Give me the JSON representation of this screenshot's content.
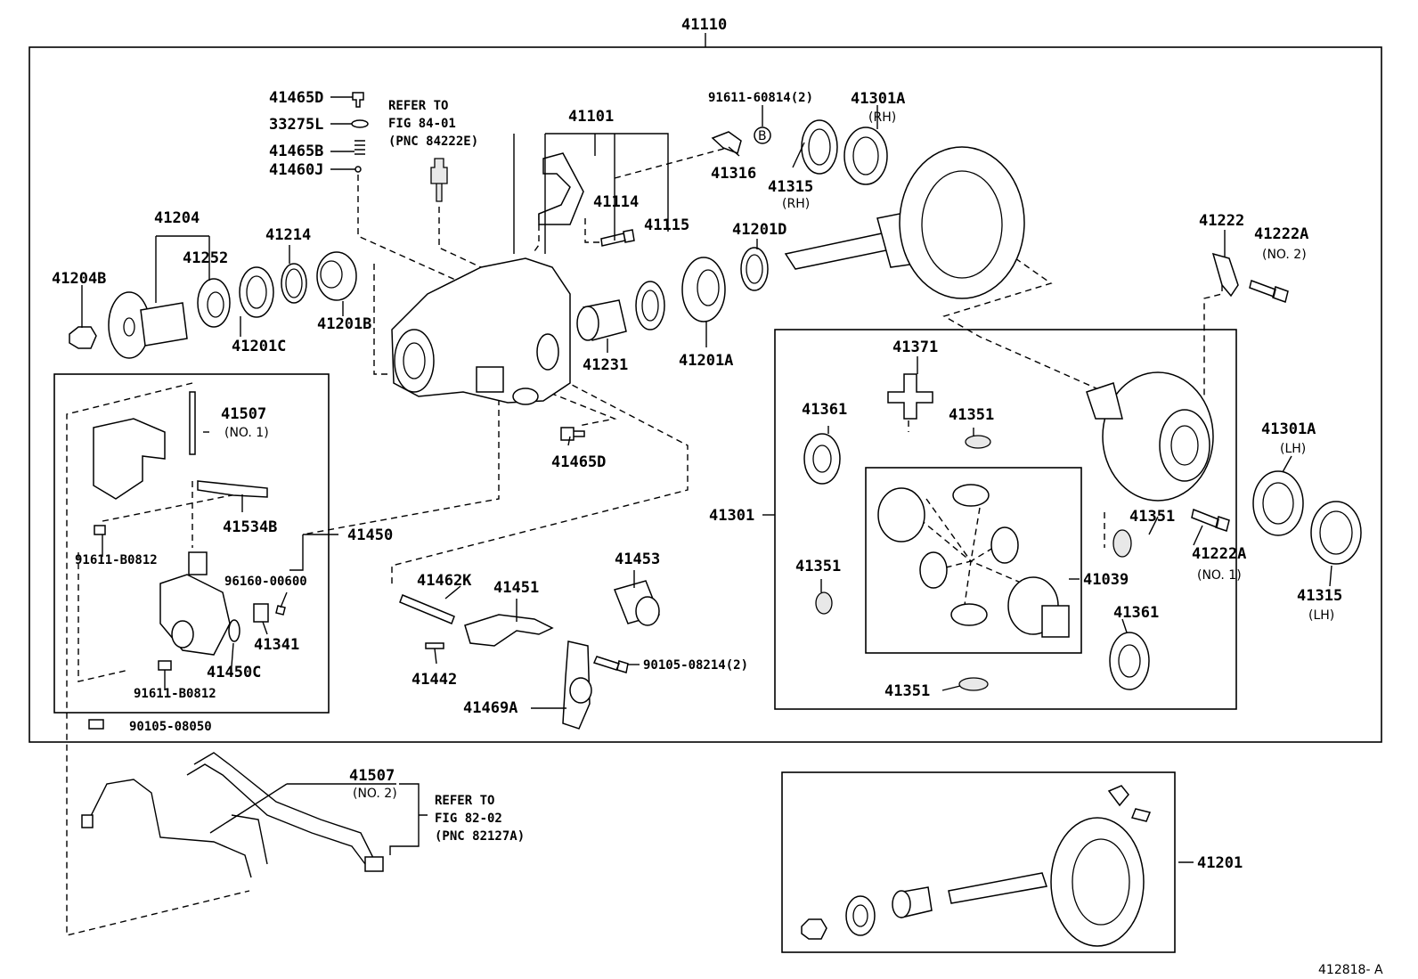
{
  "diagram_id": "412818- A",
  "assembly_label": "41110",
  "labels": {
    "p41110": "41110",
    "p41465D_top": "41465D",
    "p33275L": "33275L",
    "p41465B": "41465B",
    "p41460J": "41460J",
    "refer_fig84_l1": "REFER TO",
    "refer_fig84_l2": "FIG 84-01",
    "refer_fig84_l3": "(PNC 84222E)",
    "p41101": "41101",
    "p91611_60814": "91611-60814(2)",
    "p41301A_rh": "41301A",
    "rh1": "(RH)",
    "p41316": "41316",
    "p41315_rh": "41315",
    "rh2": "(RH)",
    "p41114": "41114",
    "p41115": "41115",
    "p41204": "41204",
    "p41214": "41214",
    "p41252": "41252",
    "p41204B": "41204B",
    "p41201C": "41201C",
    "p41201B": "41201B",
    "p41201D": "41201D",
    "p41231": "41231",
    "p41201A": "41201A",
    "p41222": "41222",
    "p41222A_no2": "41222A",
    "no2_a": "(NO. 2)",
    "p41507_no1": "41507",
    "no1_a": "(NO. 1)",
    "p41534B": "41534B",
    "p41450": "41450",
    "p91611_B0812_a": "91611-B0812",
    "p96160_00600": "96160-00600",
    "p41341": "41341",
    "p41450C": "41450C",
    "p91611_B0812_b": "91611-B0812",
    "p90105_08050": "90105-08050",
    "p41465D_bot": "41465D",
    "p41462K": "41462K",
    "p41451": "41451",
    "p41453": "41453",
    "p41442": "41442",
    "p90105_08214": "90105-08214(2)",
    "p41469A": "41469A",
    "p41371": "41371",
    "p41361_a": "41361",
    "p41351_a": "41351",
    "p41301": "41301",
    "p41351_b": "41351",
    "p41039": "41039",
    "p41351_c": "41351",
    "p41361_b": "41361",
    "p41351_d": "41351",
    "p41222A_no1": "41222A",
    "no1_b": "(NO. 1)",
    "p41301A_lh": "41301A",
    "lh1": "(LH)",
    "p41315_lh": "41315",
    "lh2": "(LH)",
    "p41507_no2": "41507",
    "no2_b": "(NO. 2)",
    "refer_fig82_l1": "REFER TO",
    "refer_fig82_l2": "FIG 82-02",
    "refer_fig82_l3": "(PNC 82127A)",
    "p41201": "41201",
    "circle_b": "B"
  }
}
